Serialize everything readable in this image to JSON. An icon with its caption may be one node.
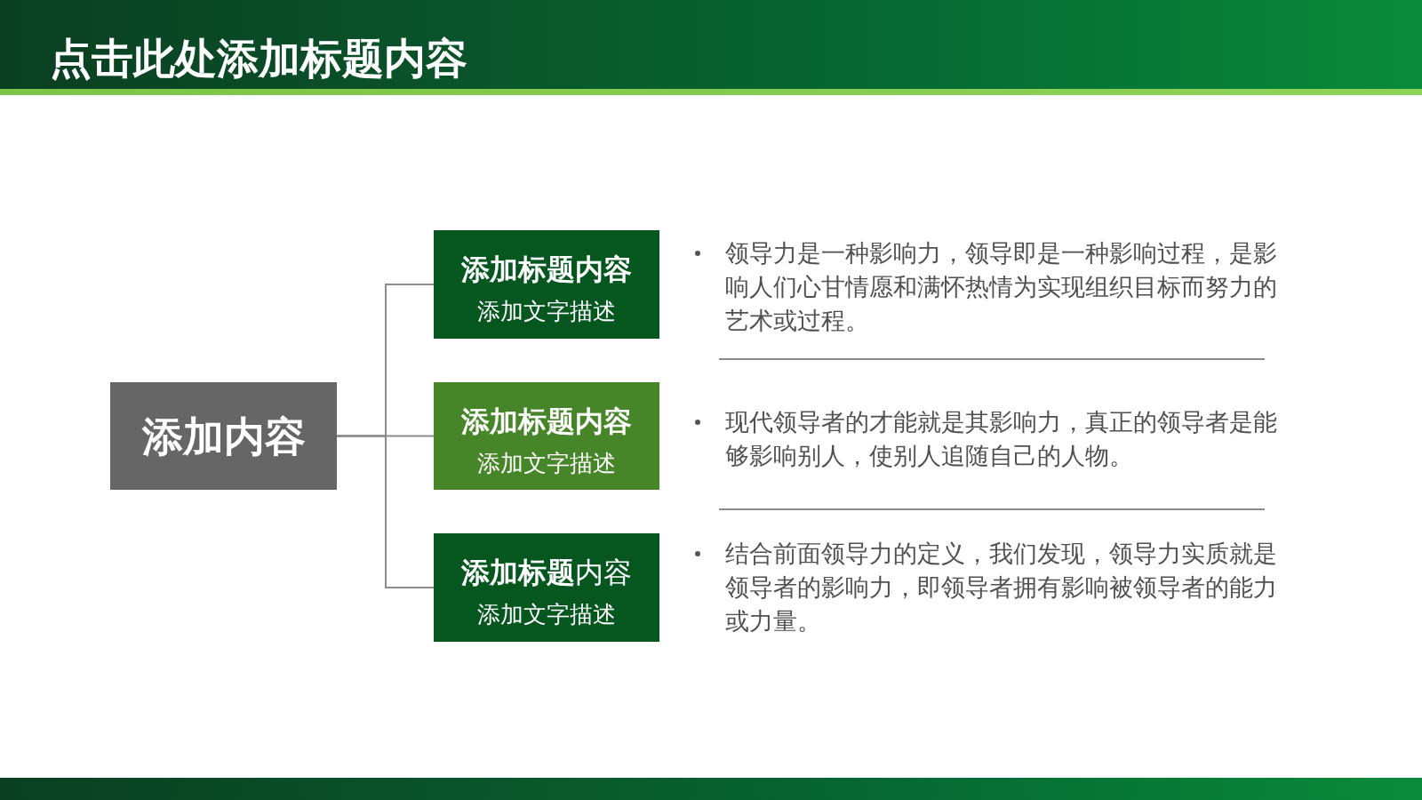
{
  "diagram": {
    "title": "点击此处添加标题内容",
    "nodes": [
      {
        "text": [
          "添加内容"
        ]
      },
      {
        "text": [
          "添加标题内容",
          "添加文字描述"
        ],
        "beside": [
          "领导力是一种影响力，领导即是一种影响过程，是影响人们心甘情愿和满怀热情为实现组织目标而努力的艺术或过程。"
        ]
      },
      {
        "text": [
          "添加标题内容",
          "添加文字描述"
        ],
        "beside": [
          "现代领导者的才能就是其影响力，真正的领导者是能够影响别人，使别人追随自己的人物。"
        ]
      },
      {
        "text": [
          "**添加标题**内容",
          "添加文字描述"
        ],
        "beside": [
          "结合前面领导力的定义，我们发现，领导力实质就是领导者的影响力，即领导者拥有影响被领导者的能力或力量。"
        ]
      }
    ],
    "edges": [
      {
        "from": 0,
        "to": 1,
        "arrow": "none"
      },
      {
        "from": 0,
        "to": 2,
        "arrow": "none"
      },
      {
        "from": 0,
        "to": 3,
        "arrow": "none"
      }
    ]
  }
}
